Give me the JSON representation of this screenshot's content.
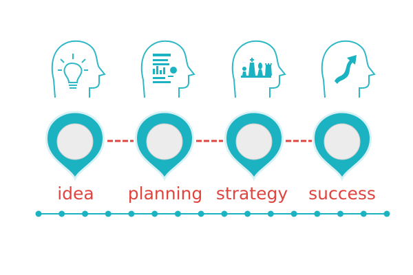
{
  "steps": [
    {
      "label": "idea",
      "icon": "lightbulb-head-icon"
    },
    {
      "label": "planning",
      "icon": "document-chart-head-icon"
    },
    {
      "label": "strategy",
      "icon": "chess-pieces-head-icon"
    },
    {
      "label": "success",
      "icon": "rising-arrow-head-icon"
    }
  ],
  "colors": {
    "accent": "#1bb3c1",
    "accent_dark": "#1a9fb0",
    "connector": "#e0443f",
    "label": "#e0443f",
    "pin_center": "#ececec",
    "outline": "#2eb8c6"
  }
}
